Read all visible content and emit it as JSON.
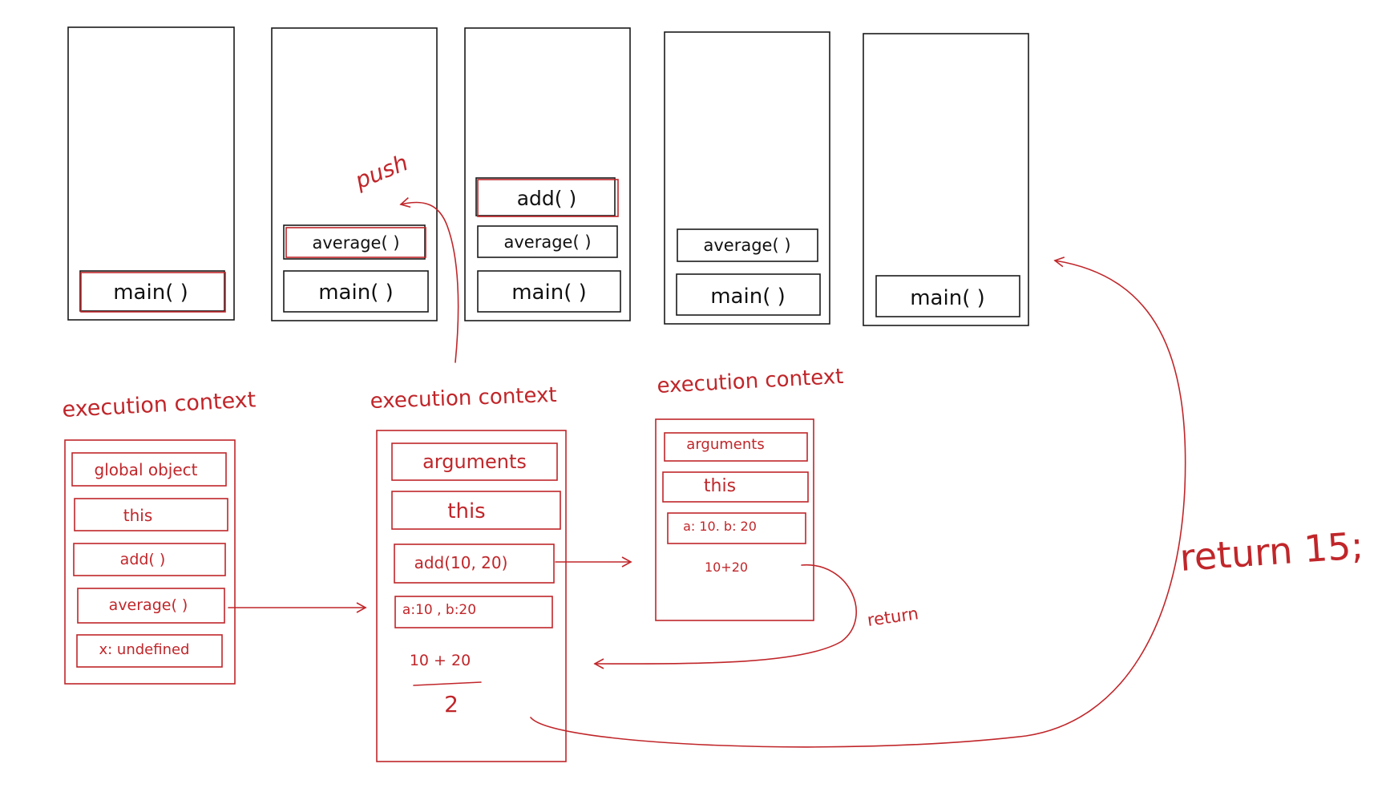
{
  "colors": {
    "ink": "#1a1a1a",
    "accent": "#c0262a",
    "background": "#ffffff"
  },
  "call_stack": [
    {
      "frames": [
        "main( )"
      ],
      "highlighted": "main( )"
    },
    {
      "frames": [
        "average( )",
        "main( )"
      ],
      "highlighted": "average( )"
    },
    {
      "frames": [
        "add( )",
        "average( )",
        "main( )"
      ],
      "highlighted": "add( )"
    },
    {
      "frames": [
        "average( )",
        "main( )"
      ],
      "highlighted": ""
    },
    {
      "frames": [
        "main( )"
      ],
      "highlighted": ""
    }
  ],
  "labels": {
    "push": "push",
    "return_small": "return",
    "return_value": "return 15;"
  },
  "contexts": [
    {
      "title": "execution context",
      "items": [
        "global object",
        "this",
        "add( )",
        "average( )",
        "x: undefined"
      ]
    },
    {
      "title": "execution context",
      "items": [
        "arguments",
        "this",
        "add(10, 20)",
        "a:10 , b:20"
      ],
      "expression_numerator": "10 + 20",
      "expression_denominator": "2"
    },
    {
      "title": "execution context",
      "items": [
        "arguments",
        "this",
        "a: 10. b: 20"
      ],
      "expression": "10+20"
    }
  ]
}
